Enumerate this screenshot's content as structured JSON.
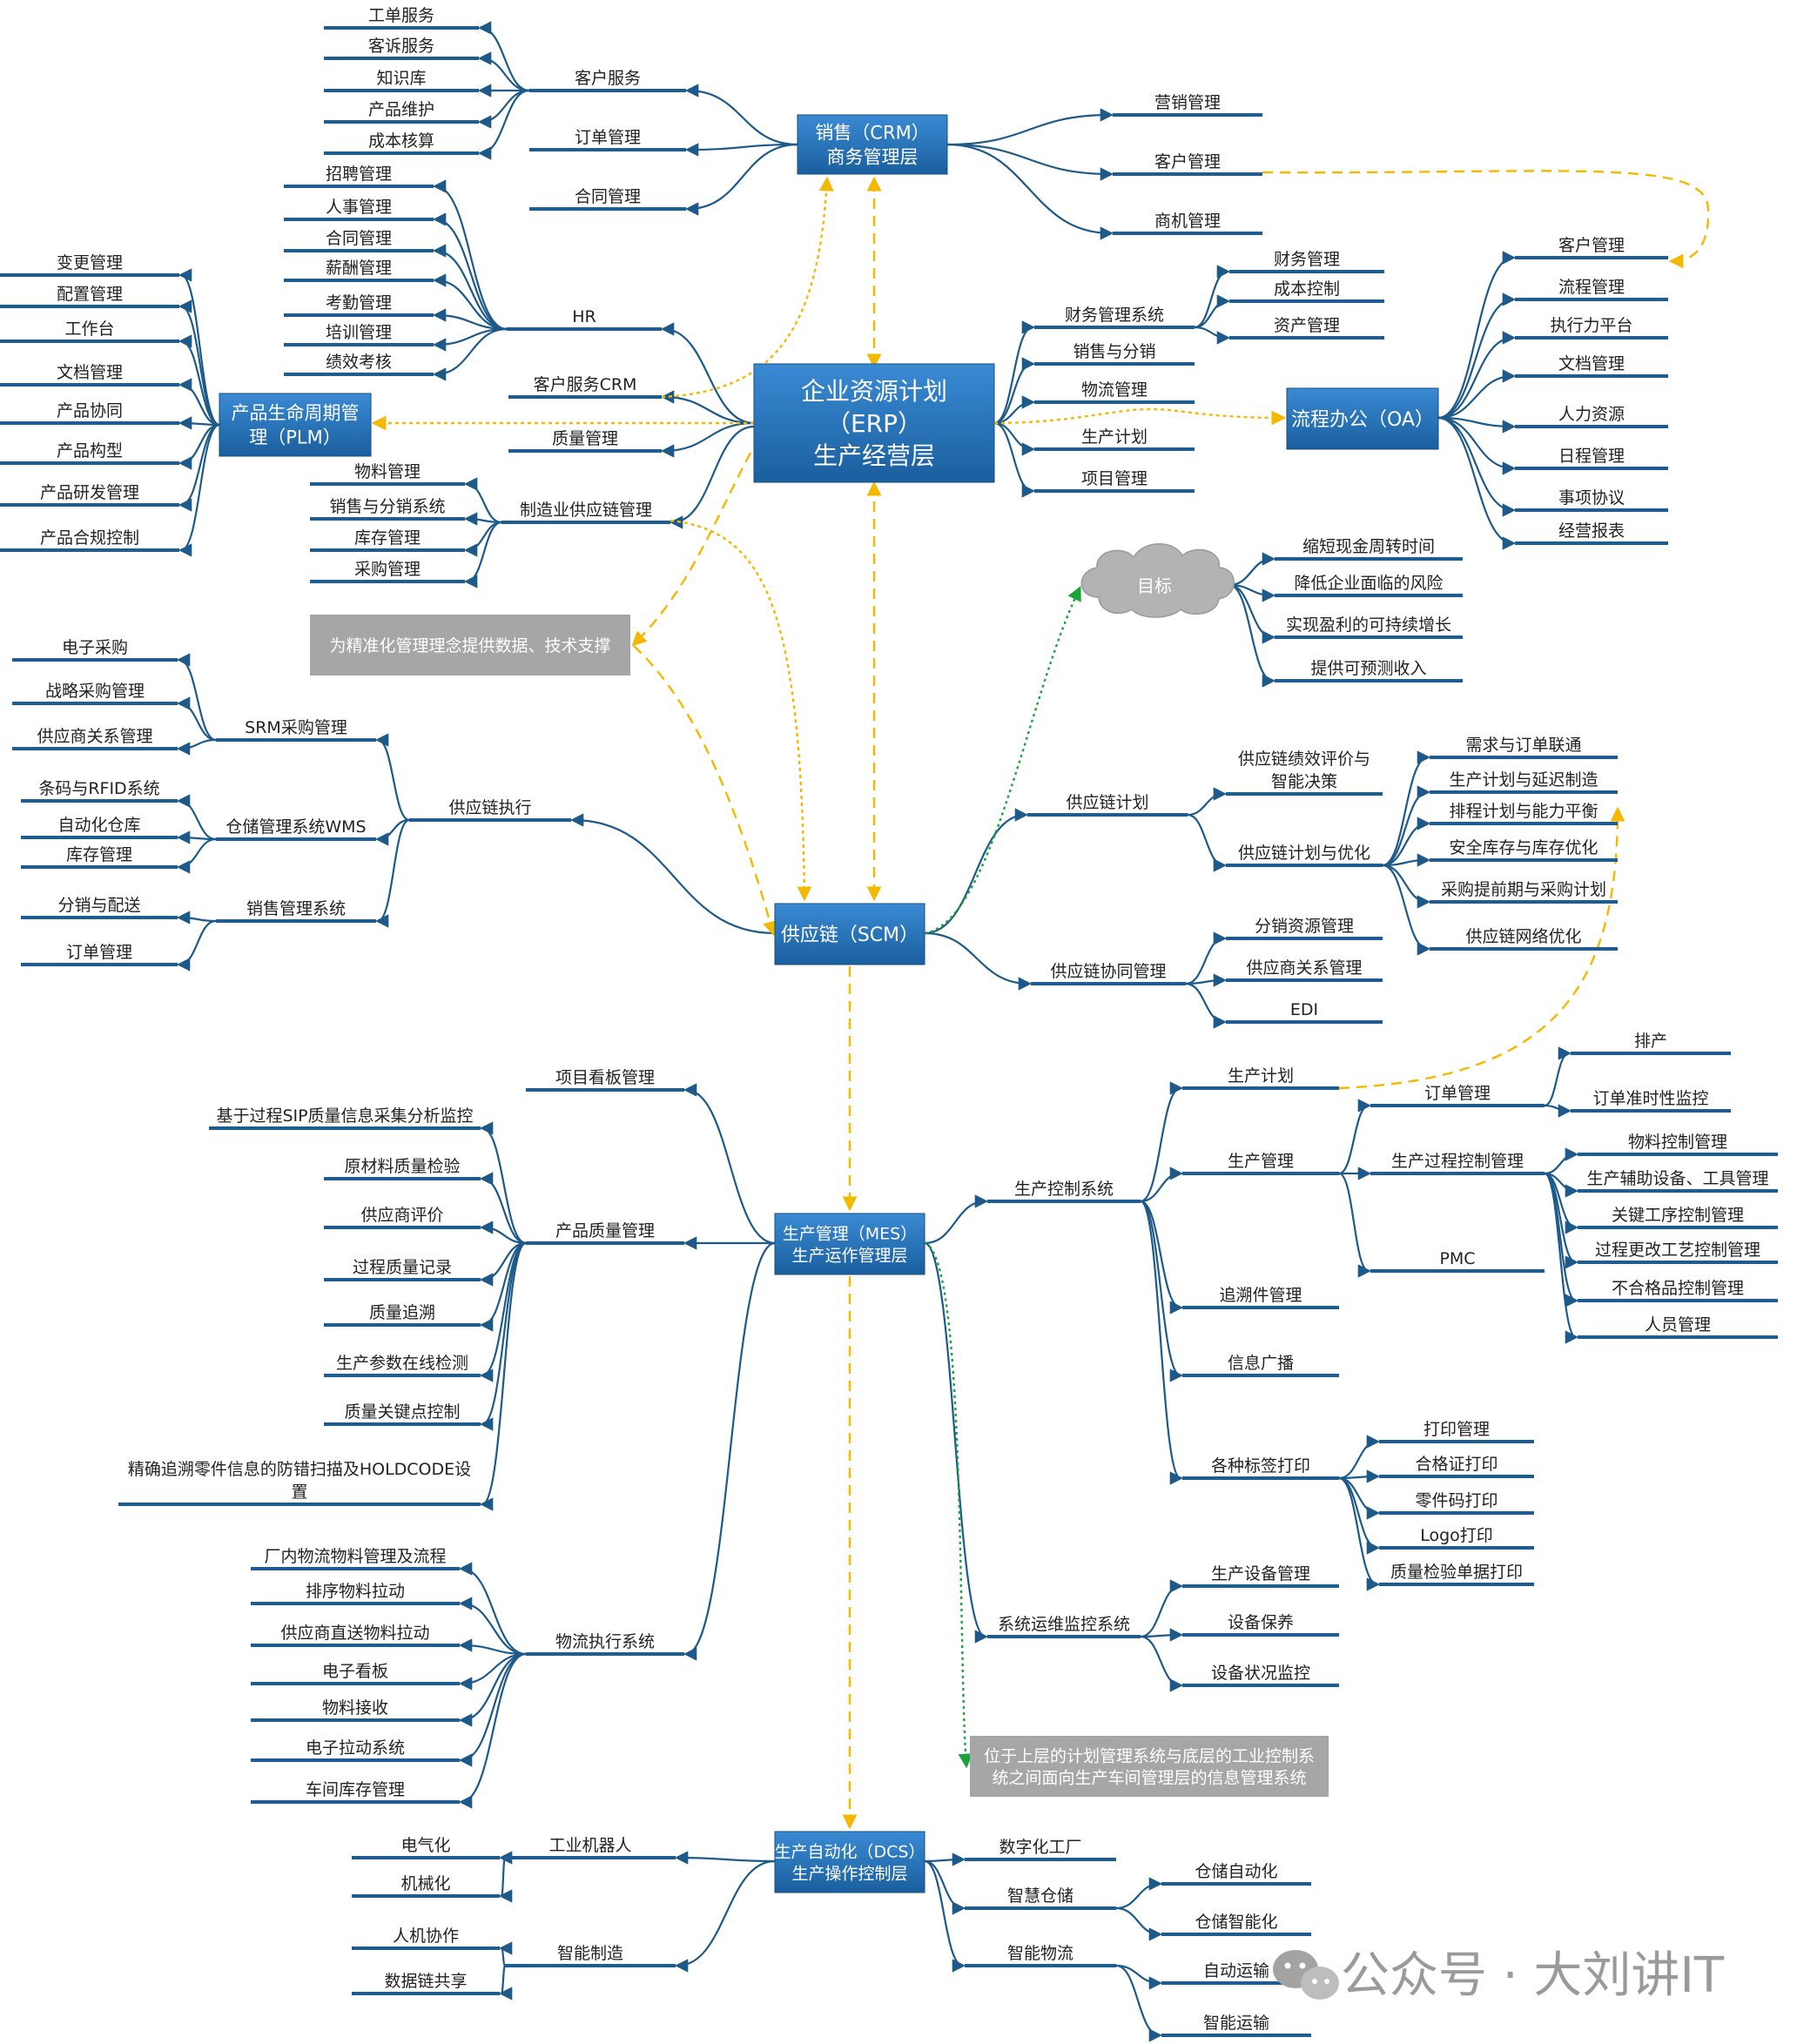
{
  "central": {
    "line1": "企业资源计划",
    "line2": "（ERP）",
    "line3": "生产经营层"
  },
  "crm": {
    "line1": "销售（CRM）",
    "line2": "商务管理层"
  },
  "crm_left": [
    {
      "label": "客户服务",
      "children": [
        "工单服务",
        "客诉服务",
        "知识库",
        "产品维护",
        "成本核算"
      ]
    },
    {
      "label": "订单管理"
    },
    {
      "label": "合同管理"
    }
  ],
  "crm_right": [
    "营销管理",
    "客户管理",
    "商机管理"
  ],
  "hr": {
    "label": "HR",
    "children": [
      "招聘管理",
      "人事管理",
      "合同管理",
      "薪酬管理",
      "考勤管理",
      "培训管理",
      "绩效考核"
    ]
  },
  "erp_left_singles": [
    "客户服务CRM",
    "质量管理"
  ],
  "plm": {
    "line1": "产品生命周期管",
    "line2": "理（PLM）",
    "children": [
      "变更管理",
      "配置管理",
      "工作台",
      "文档管理",
      "产品协同",
      "产品构型",
      "产品研发管理",
      "产品合规控制"
    ]
  },
  "mfg_scm": {
    "label": "制造业供应链管理",
    "children": [
      "物料管理",
      "销售与分销系统",
      "库存管理",
      "采购管理"
    ]
  },
  "note_erp": "为精准化管理理念提供数据、技术支撑",
  "erp_right": [
    {
      "label": "财务管理系统",
      "children": [
        "财务管理",
        "成本控制",
        "资产管理"
      ]
    },
    {
      "label": "销售与分销"
    },
    {
      "label": "物流管理"
    },
    {
      "label": "生产计划"
    },
    {
      "label": "项目管理"
    }
  ],
  "oa": {
    "label": "流程办公（OA）",
    "children": [
      "客户管理",
      "流程管理",
      "执行力平台",
      "文档管理",
      "人力资源",
      "日程管理",
      "事项协议",
      "经营报表"
    ]
  },
  "goal": {
    "label": "目标",
    "children": [
      "缩短现金周转时间",
      "降低企业面临的风险",
      "实现盈利的可持续增长",
      "提供可预测收入"
    ]
  },
  "scm": {
    "label": "供应链（SCM）"
  },
  "scm_exec": {
    "label": "供应链执行",
    "groups": [
      {
        "label": "SRM采购管理",
        "children": [
          "电子采购",
          "战略采购管理",
          "供应商关系管理"
        ]
      },
      {
        "label": "仓储管理系统WMS",
        "children": [
          "条码与RFID系统",
          "自动化仓库",
          "库存管理"
        ]
      },
      {
        "label": "销售管理系统",
        "children": [
          "分销与配送",
          "订单管理"
        ]
      }
    ]
  },
  "scm_plan": {
    "label": "供应链计划",
    "groups": [
      {
        "label_line1": "供应链绩效评价与",
        "label_line2": "智能决策"
      },
      {
        "label_line1": "供应链计划与优化",
        "children": [
          "需求与订单联通",
          "生产计划与延迟制造",
          "排程计划与能力平衡",
          "安全库存与库存优化",
          "采购提前期与采购计划",
          "供应链网络优化"
        ]
      }
    ]
  },
  "scm_collab": {
    "label": "供应链协同管理",
    "children": [
      "分销资源管理",
      "供应商关系管理",
      "EDI"
    ]
  },
  "mes": {
    "line1": "生产管理（MES）",
    "line2": "生产运作管理层"
  },
  "mes_left": {
    "kanban": "项目看板管理",
    "quality": {
      "label": "产品质量管理",
      "children": [
        "基于过程SIP质量信息采集分析监控",
        "原材料质量检验",
        "供应商评价",
        "过程质量记录",
        "质量追溯",
        "生产参数在线检测",
        "质量关键点控制"
      ],
      "last_line1": "精确追溯零件信息的防错扫描及HOLDCODE设",
      "last_line2": "置"
    },
    "logistics": {
      "label": "物流执行系统",
      "children": [
        "厂内物流物料管理及流程",
        "排序物料拉动",
        "供应商直送物料拉动",
        "电子看板",
        "物料接收",
        "电子拉动系统",
        "车间库存管理"
      ]
    }
  },
  "mes_right": {
    "control": {
      "label": "生产控制系统"
    },
    "plan": "生产计划",
    "order": {
      "label": "订单管理",
      "children": [
        "排产",
        "订单准时性监控"
      ]
    },
    "prod": "生产管理",
    "process": {
      "label": "生产过程控制管理",
      "children": [
        "物料控制管理",
        "生产辅助设备、工具管理",
        "关键工序控制管理",
        "过程更改工艺控制管理",
        "不合格品控制管理",
        "人员管理"
      ]
    },
    "pmc": "PMC",
    "trace": "追溯件管理",
    "broadcast": "信息广播",
    "label_print": {
      "label": "各种标签打印",
      "children": [
        "打印管理",
        "合格证打印",
        "零件码打印",
        "Logo打印",
        "质量检验单据打印"
      ]
    },
    "ops": {
      "label": "系统运维监控系统",
      "children": [
        "生产设备管理",
        "设备保养",
        "设备状况监控"
      ]
    }
  },
  "note_mes_line1": "位于上层的计划管理系统与底层的工业控制系",
  "note_mes_line2": "统之间面向生产车间管理层的信息管理系统",
  "dcs": {
    "line1": "生产自动化（DCS）",
    "line2": "生产操作控制层"
  },
  "dcs_left": [
    {
      "label": "工业机器人",
      "children": [
        "电气化",
        "机械化"
      ]
    },
    {
      "label": "智能制造",
      "children": [
        "人机协作",
        "数据链共享"
      ]
    }
  ],
  "dcs_right": [
    {
      "label": "数字化工厂"
    },
    {
      "label": "智慧仓储",
      "children": [
        "仓储自动化",
        "仓储智能化"
      ]
    },
    {
      "label": "智能物流",
      "children": [
        "自动运输",
        "智能运输"
      ]
    }
  ],
  "watermark": "公众号 · 大刘讲IT",
  "colors": {
    "node": "#1f6fb5",
    "line": "#1d5a8a",
    "underline": "#1f5c8f",
    "note": "#a6a6a6",
    "orange": "#f5b800",
    "green": "#1aa33a"
  }
}
